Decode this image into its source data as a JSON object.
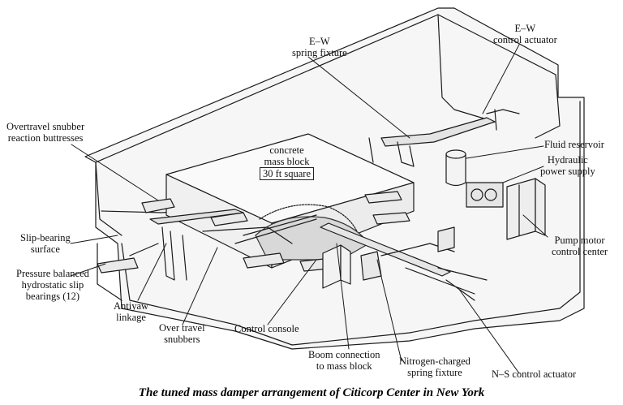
{
  "caption": "The tuned mass damper arrangement of Citicorp Center in New York",
  "labels": {
    "overtravel_snubber": [
      "Overtravel snubber",
      "reaction buttresses"
    ],
    "ew_spring_fixture": [
      "E–W",
      "spring fixture"
    ],
    "ew_control_actuator": [
      "E–W",
      "control actuator"
    ],
    "concrete_mass_block": [
      "concrete",
      "mass block"
    ],
    "size_box": "30 ft square",
    "fluid_reservoir": "Fluid reservoir",
    "hydraulic_power_supply": [
      "Hydraulic",
      "power supply"
    ],
    "slip_bearing_surface": [
      "Slip-bearing",
      "surface"
    ],
    "pressure_balanced": [
      "Pressure balanced",
      "hydrostatic slip",
      "bearings (12)"
    ],
    "pump_motor": [
      "Pump motor",
      "control center"
    ],
    "antiyaw_linkage": [
      "Antiyaw",
      "linkage"
    ],
    "over_travel_snubbers": [
      "Over travel",
      "snubbers"
    ],
    "control_console": "Control console",
    "boom_connection": [
      "Boom connection",
      "to mass block"
    ],
    "nitrogen_spring": [
      "Nitrogen-charged",
      "spring fixture"
    ],
    "ns_control_actuator": "N–S control actuator"
  }
}
